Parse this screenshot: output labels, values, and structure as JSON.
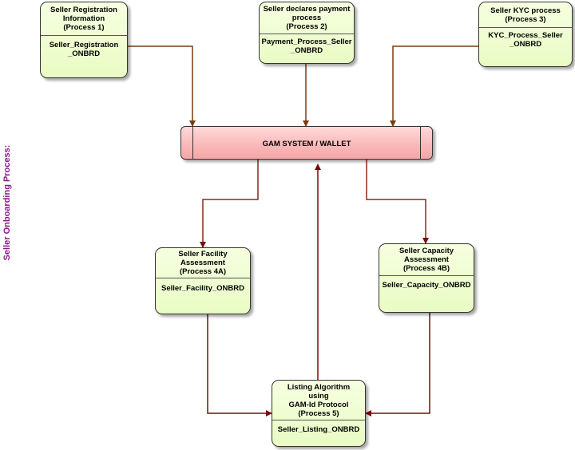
{
  "side_label": "Seller Onboarding Process:",
  "gam": {
    "label": "GAM SYSTEM / WALLET"
  },
  "processes": [
    {
      "head": [
        "Seller Registration",
        "Information",
        "(Process 1)"
      ],
      "store": [
        "Seller_Registration",
        "_ONBRD"
      ]
    },
    {
      "head": [
        "Seller declares payment",
        "process",
        "(Process 2)"
      ],
      "store": [
        "Payment_Process_Seller",
        "_ONBRD"
      ]
    },
    {
      "head": [
        "Seller KYC process",
        "(Process 3)"
      ],
      "store": [
        "KYC_Process_Seller",
        "_ONBRD"
      ]
    },
    {
      "head": [
        "Seller Facility",
        "Assessment",
        "(Process 4A)"
      ],
      "store": [
        "Seller_Facility_ONBRD"
      ]
    },
    {
      "head": [
        "Seller Capacity",
        "Assessment",
        "(Process 4B)"
      ],
      "store": [
        "Seller_Capacity_ONBRD"
      ]
    },
    {
      "head": [
        "Listing Algorithm",
        "using",
        "GAM-Id Protocol",
        "(Process 5)"
      ],
      "store": [
        "Seller_Listing_ONBRD"
      ]
    }
  ],
  "colors": {
    "arrow_brown": "#7a3b12",
    "arrow_red": "#7a0c0c",
    "label_purple": "#8b1a8b",
    "process_fill": "#e9fbc4",
    "wallet_fill": "#f9b7b7"
  }
}
